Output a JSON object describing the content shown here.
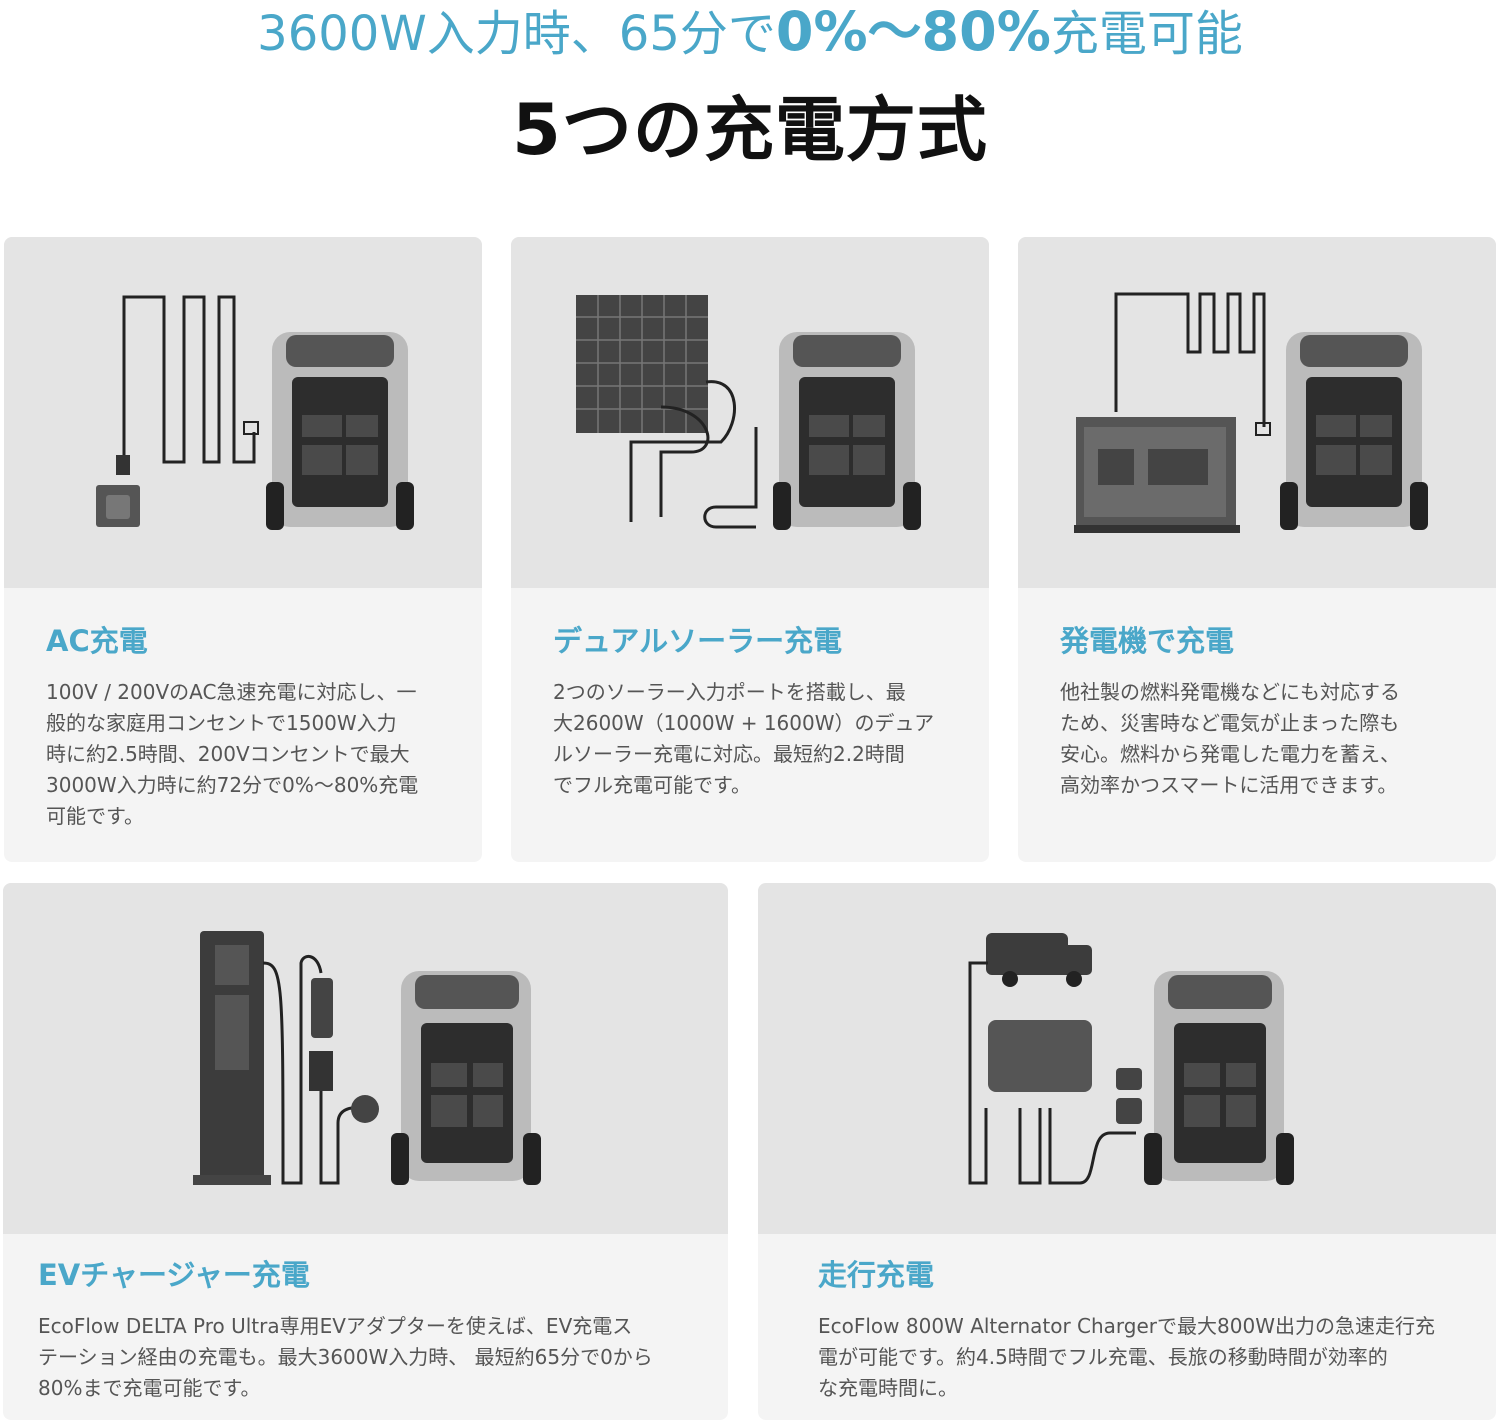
{
  "headline": {
    "part1": "3600W入力時、65分で",
    "part2": "0%〜80%",
    "part3": "充電可能"
  },
  "main_title": "5つの充電方式",
  "cards": [
    {
      "title": "AC充電",
      "body": "100V / 200VのAC急速充電に対応し、一\n般的な家庭用コンセントで1500W入力\n時に約2.5時間、200Vコンセントで最大\n3000W入力時に約72分で0%〜80%充電\n可能です。",
      "icon": "ac-outlet-charging-illustration"
    },
    {
      "title": "デュアルソーラー充電",
      "body": "2つのソーラー入力ポートを搭載し、最\n大2600W（1000W + 1600W）のデュア\nルソーラー充電に対応。最短約2.2時間\nでフル充電可能です。",
      "icon": "solar-panel-charging-illustration"
    },
    {
      "title": "発電機で充電",
      "body": "他社製の燃料発電機などにも対応する\nため、災害時など電気が止まった際も\n安心。燃料から発電した電力を蓄え、\n高効率かつスマートに活用できます。",
      "icon": "generator-charging-illustration"
    },
    {
      "title": "EVチャージャー充電",
      "body": "EcoFlow DELTA Pro Ultra専用EVアダプターを使えば、EV充電ス\nテーション経由の充電も。最大3600W入力時、 最短約65分で0から\n80%まで充電可能です。",
      "icon": "ev-charger-illustration"
    },
    {
      "title": "走行充電",
      "body": "EcoFlow 800W Alternator Chargerで最大800W出力の急速走行充\n電が可能です。約4.5時間でフル充電、長旅の移動時間が効率的\nな充電時間に。",
      "icon": "vehicle-alternator-charging-illustration"
    }
  ],
  "colors": {
    "accent": "#4aa7c9",
    "title": "#111111",
    "body_text": "#555555",
    "card_bg": "#f4f4f4",
    "illus_bg": "#e4e4e4"
  }
}
